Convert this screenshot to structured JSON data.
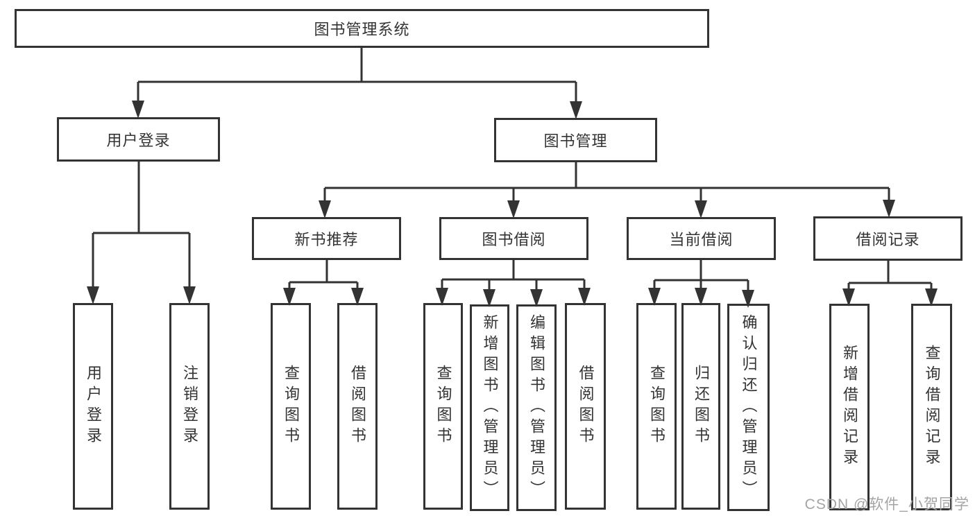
{
  "diagram": {
    "title": "图书管理系统",
    "nodes": [
      {
        "id": "root",
        "label": "图书管理系统",
        "level": 1,
        "orientation": "horizontal"
      },
      {
        "id": "user-login",
        "label": "用户登录",
        "level": 2,
        "orientation": "horizontal"
      },
      {
        "id": "book-mgmt",
        "label": "图书管理",
        "level": 2,
        "orientation": "horizontal"
      },
      {
        "id": "new-book-rec",
        "label": "新书推荐",
        "level": 3,
        "orientation": "horizontal"
      },
      {
        "id": "book-borrow",
        "label": "图书借阅",
        "level": 3,
        "orientation": "horizontal"
      },
      {
        "id": "current-borrow",
        "label": "当前借阅",
        "level": 3,
        "orientation": "horizontal"
      },
      {
        "id": "borrow-records",
        "label": "借阅记录",
        "level": 3,
        "orientation": "horizontal"
      },
      {
        "id": "leaf-user-login",
        "label": "用户登录",
        "level": 4,
        "orientation": "vertical"
      },
      {
        "id": "leaf-logout",
        "label": "注销登录",
        "level": 4,
        "orientation": "vertical"
      },
      {
        "id": "leaf-query-book-1",
        "label": "查询图书",
        "level": 4,
        "orientation": "vertical"
      },
      {
        "id": "leaf-borrow-book-1",
        "label": "借阅图书",
        "level": 4,
        "orientation": "vertical"
      },
      {
        "id": "leaf-query-book-2",
        "label": "查询图书",
        "level": 4,
        "orientation": "vertical"
      },
      {
        "id": "leaf-add-book",
        "label": "新增图书（管理员）",
        "level": 4,
        "orientation": "vertical"
      },
      {
        "id": "leaf-edit-book",
        "label": "编辑图书（管理员）",
        "level": 4,
        "orientation": "vertical"
      },
      {
        "id": "leaf-borrow-book-2",
        "label": "借阅图书",
        "level": 4,
        "orientation": "vertical"
      },
      {
        "id": "leaf-query-book-3",
        "label": "查询图书",
        "level": 4,
        "orientation": "vertical"
      },
      {
        "id": "leaf-return-book",
        "label": "归还图书",
        "level": 4,
        "orientation": "vertical"
      },
      {
        "id": "leaf-confirm-return",
        "label": "确认归还（管理员）",
        "level": 4,
        "orientation": "vertical"
      },
      {
        "id": "leaf-add-borrow-record",
        "label": "新增借阅记录",
        "level": 4,
        "orientation": "vertical"
      },
      {
        "id": "leaf-query-borrow-record",
        "label": "查询借阅记录",
        "level": 4,
        "orientation": "vertical"
      }
    ]
  },
  "watermark": {
    "text": "CSDN @软件_小贺同学"
  },
  "colors": {
    "line": "#333333",
    "box_border": "#333333",
    "text": "#333333",
    "watermark": "#a4a4a4",
    "background": "#ffffff"
  }
}
